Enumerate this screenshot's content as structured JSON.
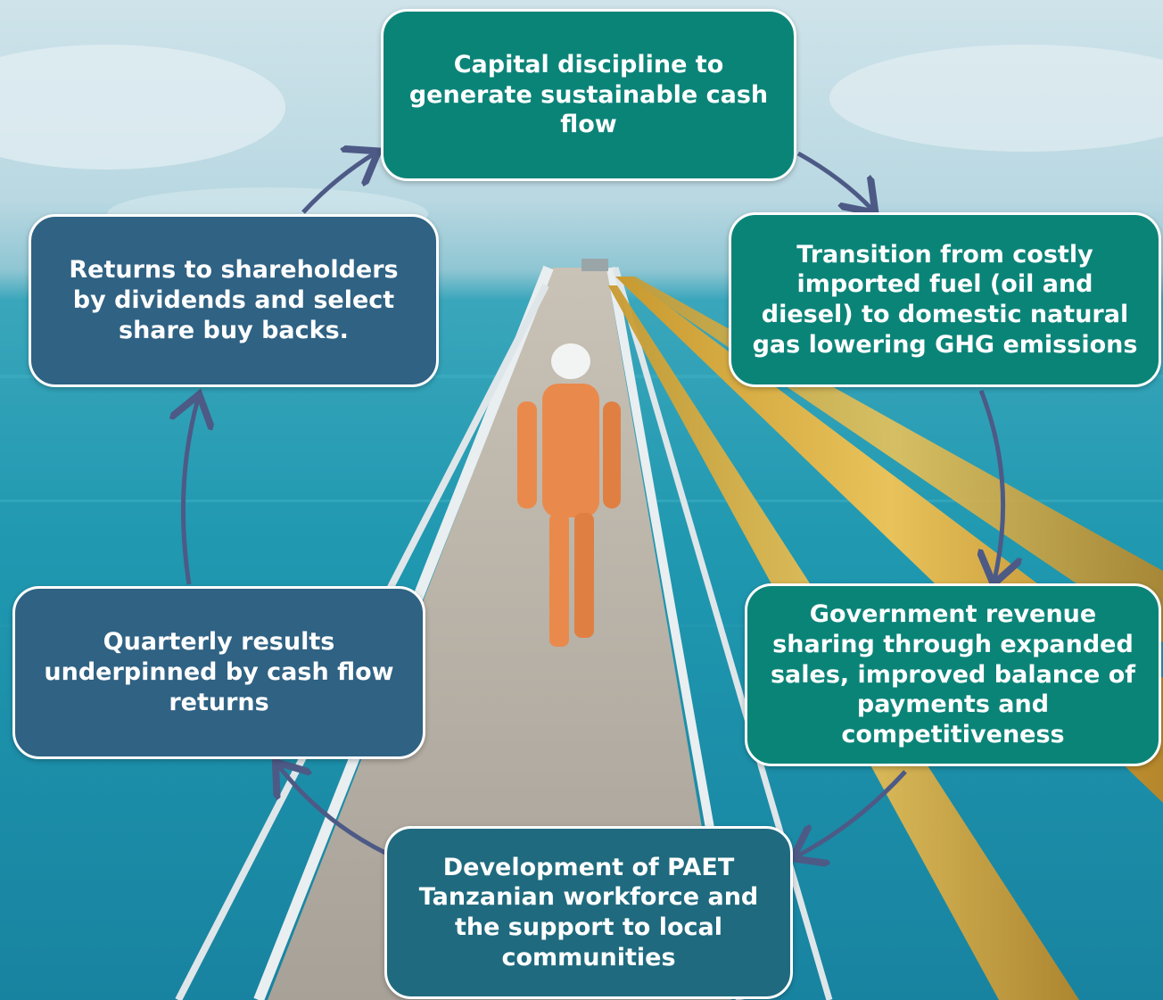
{
  "nodes": {
    "capital": "Capital discipline to\ngenerate sustainable cash\nflow",
    "transition": "Transition from costly\nimported fuel (oil and\ndiesel) to domestic natural\ngas lowering GHG emissions",
    "government": "Government revenue\nsharing through expanded\nsales, improved balance of\npayments and\ncompetitiveness",
    "development": "Development of PAET\nTanzanian workforce and\nthe support to local\ncommunities",
    "quarterly": "Quarterly results\nunderpinned by cash flow\nreturns",
    "returns": "Returns to shareholders\nby dividends and select\nshare buy backs."
  },
  "colors": {
    "teal_box": "#0b8478",
    "blue_box": "#2f6283",
    "arrow": "#4d5a86",
    "border": "#ffffff"
  },
  "icons": {
    "cycle_arrows": "curved-arrow-icon"
  }
}
